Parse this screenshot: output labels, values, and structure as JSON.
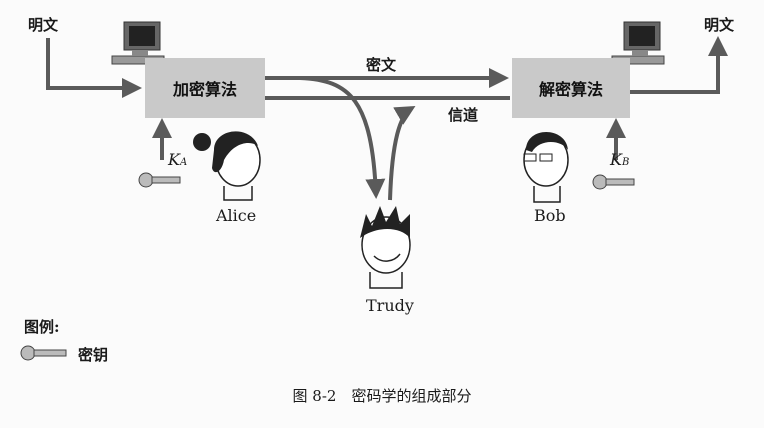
{
  "plaintext_in": "明文",
  "plaintext_out": "明文",
  "encrypt_box": "加密算法",
  "decrypt_box": "解密算法",
  "ciphertext": "密文",
  "channel": "信道",
  "key_a": {
    "letter": "K",
    "sub": "A"
  },
  "key_b": {
    "letter": "K",
    "sub": "B"
  },
  "people": {
    "alice": "Alice",
    "bob": "Bob",
    "trudy": "Trudy"
  },
  "legend": {
    "title": "图例:",
    "key_label": "密钥"
  },
  "caption": "图 8-2　密码学的组成部分",
  "colors": {
    "arrow": "#5a5a5a",
    "box": "#c9c9c9"
  }
}
